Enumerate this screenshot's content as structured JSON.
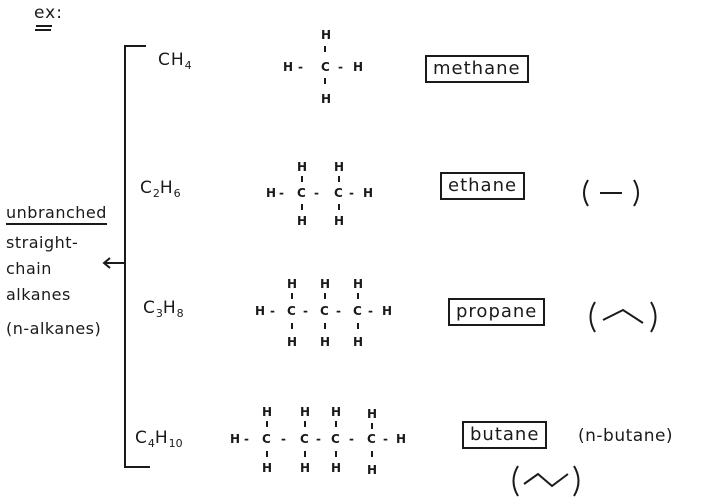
{
  "header": {
    "example_label": "ex:"
  },
  "group": {
    "category_lines": [
      "unbranched",
      "straight-",
      "chain",
      "alkanes",
      "(n-alkanes)"
    ]
  },
  "alkanes": [
    {
      "formula_base": "CH",
      "formula_sub": "4",
      "name": "methane",
      "carbons": 1,
      "skeletal": "",
      "alt_name": ""
    },
    {
      "formula_base": "C",
      "formula_sub1": "2",
      "formula_h": "H",
      "formula_sub": "6",
      "name": "ethane",
      "carbons": 2,
      "skeletal": "( — )",
      "alt_name": ""
    },
    {
      "formula_base": "C",
      "formula_sub1": "3",
      "formula_h": "H",
      "formula_sub": "8",
      "name": "propane",
      "carbons": 3,
      "skeletal": "( ^ )",
      "alt_name": ""
    },
    {
      "formula_base": "C",
      "formula_sub1": "4",
      "formula_h": "H",
      "formula_sub": "10",
      "name": "butane",
      "carbons": 4,
      "skeletal": "( zigzag )",
      "alt_name": "(n-butane)"
    }
  ],
  "atoms": {
    "H": "H",
    "C": "C",
    "bond": "-"
  },
  "symbols": {
    "open_paren": "(",
    "close_paren": ")"
  }
}
